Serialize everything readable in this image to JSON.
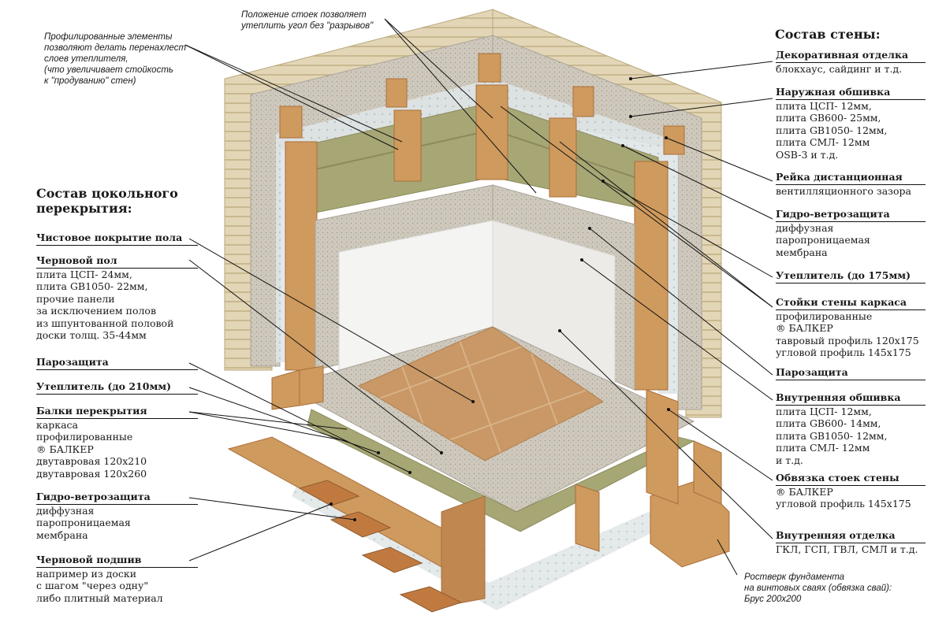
{
  "wall_title": "Состав стены:",
  "floor_title": "Состав цокольного\nперекрытия:",
  "notes": {
    "top_left": "Профилированные элементы\nпозволяют делать перенахлест\nслоев утеплителя,\n(что увеличивает стойкость\nк \"продуванию\" стен)",
    "top_center": "Положение стоек позволяет\nутеплить угол без \"разрывов\"",
    "bottom_right": "Ростверк фундамента\nна винтовых сваях (обвязка свай):\nБрус 200х200"
  },
  "wall_items": [
    {
      "title": "Декоративная отделка",
      "desc": "блокхаус, сайдинг и т.д."
    },
    {
      "title": "Наружная обшивка",
      "desc": "плита ЦСП- 12мм,\nплита GB600- 25мм,\nплита GB1050- 12мм,\nплита СМЛ- 12мм\nOSB-3 и т.д."
    },
    {
      "title": "Рейка дистанционная",
      "desc": "вентилляционного зазора"
    },
    {
      "title": "Гидро-ветрозащита",
      "desc": "диффузная\nпаропроницаемая\nмембрана"
    },
    {
      "title": "Утеплитель (до 175мм)",
      "desc": ""
    },
    {
      "title": "Стойки стены каркаса",
      "desc": "профилированные\n® БАЛКЕР\nтавровый профиль 120х175\nугловой профиль 145х175"
    },
    {
      "title": "Парозащита",
      "desc": ""
    },
    {
      "title": "Внутренняя обшивка",
      "desc": "плита ЦСП- 12мм,\nплита GB600- 14мм,\nплита GB1050- 12мм,\nплита СМЛ- 12мм\nи т.д."
    },
    {
      "title": "Обвязка стоек стены",
      "desc": "® БАЛКЕР\nугловой профиль 145х175"
    },
    {
      "title": "Внутренняя отделка",
      "desc": "ГКЛ, ГСП, ГВЛ, СМЛ и т.д."
    }
  ],
  "floor_items": [
    {
      "title": "Чистовое покрытие пола",
      "desc": ""
    },
    {
      "title": "Черновой пол",
      "desc": "плита ЦСП- 24мм,\nплита GB1050- 22мм,\nпрочие панели\nза исключением полов\nиз шпунтованной половой\nдоски толщ. 35-44мм"
    },
    {
      "title": "Парозащита",
      "desc": ""
    },
    {
      "title": "Утеплитель (до 210мм)",
      "desc": ""
    },
    {
      "title": "Балки перекрытия",
      "desc": "каркаса\nпрофилированные\n® БАЛКЕР\nдвутавровая 120х210\nдвутавровая 120х260"
    },
    {
      "title": "Гидро-ветрозащита",
      "desc": "диффузная\nпаропроницаемая\nмембрана"
    },
    {
      "title": "Черновой подшив",
      "desc": "например из доски\nс шагом \"через одну\"\nлибо плитный материал"
    }
  ],
  "colors": {
    "siding": "#e3d6b6",
    "board": "#cfc9bd",
    "membrane": "#dfe5e6",
    "insulation": "#a7a775",
    "wood": "#cf9a5d",
    "wood_dark": "#a86f3c",
    "gypsum": "#f4f4f2",
    "tile": "#c99866"
  }
}
